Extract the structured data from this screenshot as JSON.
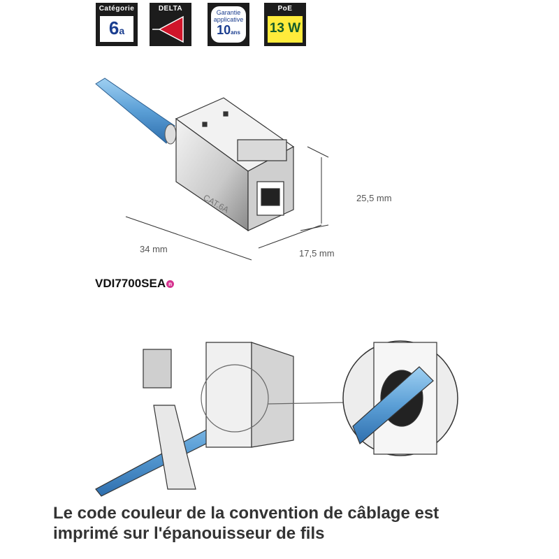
{
  "badges": [
    {
      "header": "Catégorie",
      "value": "6",
      "suffix": "a"
    },
    {
      "header": "DELTA"
    },
    {
      "line1": "Garantie",
      "line2": "applicative",
      "value": "10",
      "suffix": "ans"
    },
    {
      "header": "PoE",
      "value": "13 W"
    }
  ],
  "dimensions": {
    "height": "25,5 mm",
    "length": "34 mm",
    "width": "17,5 mm"
  },
  "product": {
    "label_on_part": "CAT.6A",
    "reference": "VDI7700SEA",
    "marker": "n"
  },
  "caption": {
    "line1": "Le code couleur de la convention de câblage est",
    "line2": "imprimé sur l'épanouisseur de fils"
  },
  "colors": {
    "cable_blue": "#5b9fd6",
    "badge_dark": "#1c1c1c",
    "accent_red": "#d0152a",
    "poe_yellow": "#ffeb3b",
    "marker_pink": "#d6338f"
  }
}
